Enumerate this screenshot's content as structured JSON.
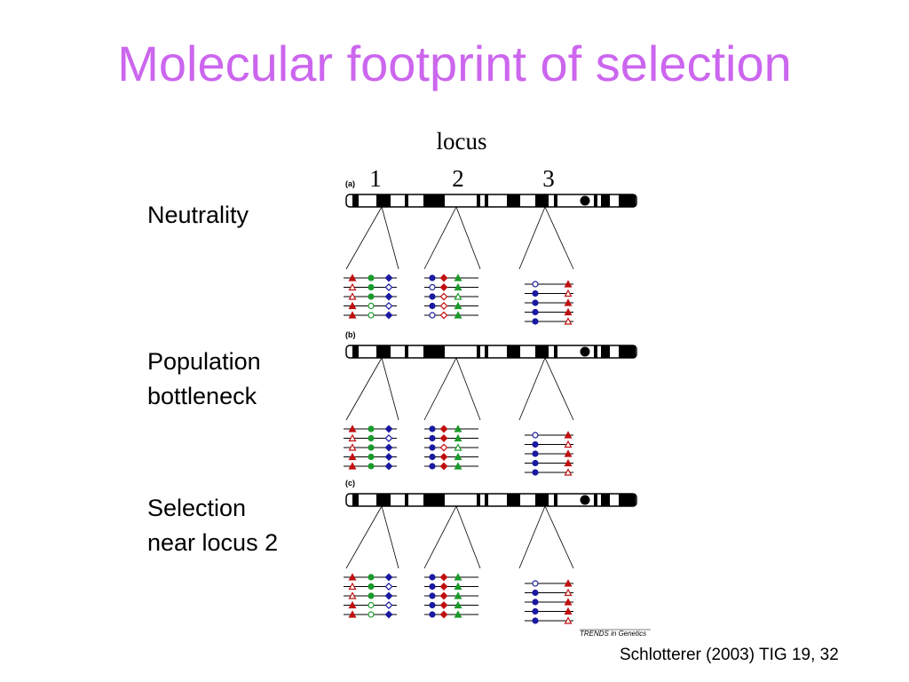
{
  "slide": {
    "title": "Molecular footprint of selection",
    "citation": "Schlotterer (2003) TIG 19, 32"
  },
  "labels": {
    "a": "Neutrality",
    "b_line1": "Population",
    "b_line2": "bottleneck",
    "c_line1": "Selection",
    "c_line2": "near locus 2"
  },
  "figure": {
    "header": "locus",
    "loci": [
      "1",
      "2",
      "3"
    ],
    "panels": [
      "(a)",
      "(b)",
      "(c)"
    ],
    "credit": "TRENDS in Genetics"
  },
  "colors": {
    "title": "#cc66ee",
    "red": "#c01010",
    "green": "#1a9a2a",
    "blue": "#1a1aa0"
  }
}
